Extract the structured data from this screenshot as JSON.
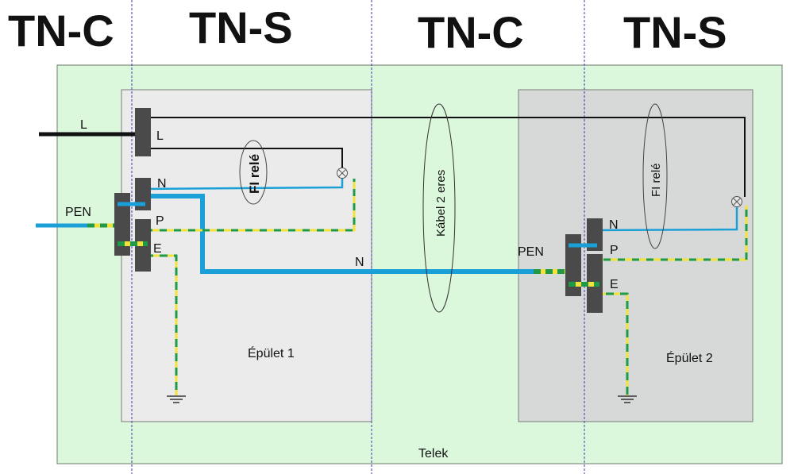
{
  "zones": [
    {
      "id": "tn-c-left",
      "label": "TN-C"
    },
    {
      "id": "tn-s-left",
      "label": "TN-S"
    },
    {
      "id": "tn-c-mid",
      "label": "TN-C"
    },
    {
      "id": "tn-s-right",
      "label": "TN-S"
    }
  ],
  "plot": {
    "label": "Telek",
    "fill": "#dcf8dc"
  },
  "building1": {
    "label": "Épület 1",
    "fill": "#ebebeb",
    "terminals": {
      "l": "L",
      "n": "N",
      "p": "P",
      "e": "E"
    },
    "pen_label": "PEN",
    "rcd_label": "FI relé"
  },
  "building2": {
    "label": "Épület 2",
    "fill": "#d6d9d8",
    "terminals": {
      "n": "N",
      "p": "P",
      "e": "E"
    },
    "pen_label": "PEN",
    "rcd_label": "FI relé"
  },
  "incoming": {
    "l_label": "L",
    "pen_label": "PEN"
  },
  "cable": {
    "label": "Kábel 2 eres",
    "n_label": "N"
  },
  "colors": {
    "phase": "#111111",
    "neutral": "#1a9fd6",
    "pe_green": "#1e9a48",
    "pe_yellow": "#f2e23a",
    "terminal": "#4a4a4a",
    "divider": "#3b3bb0"
  }
}
